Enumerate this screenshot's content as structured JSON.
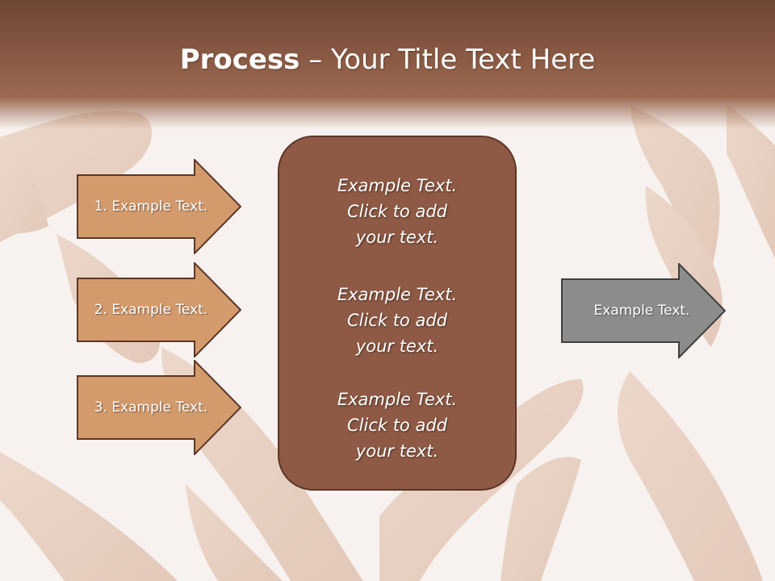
{
  "slide": {
    "title_bold": "Process",
    "title_rest": " – Your Title Text Here"
  },
  "left_arrows": [
    {
      "label": "1. Example Text."
    },
    {
      "label": "2. Example Text."
    },
    {
      "label": "3. Example Text."
    }
  ],
  "center_box": {
    "blocks": [
      {
        "line1": "Example Text.",
        "line2": "Click  to add",
        "line3": "your text."
      },
      {
        "line1": "Example Text.",
        "line2": "Click  to add",
        "line3": "your text."
      },
      {
        "line1": "Example Text.",
        "line2": "Click  to add",
        "line3": "your text."
      }
    ]
  },
  "right_arrow": {
    "label": "Example Text."
  },
  "colors": {
    "title_band": "#8a5a44",
    "arrow_fill": "#d39a6c",
    "arrow_stroke": "#5c3626",
    "center_fill": "#8e5a45",
    "right_arrow_fill": "#8c8c8c",
    "right_arrow_stroke": "#3f3f3f"
  },
  "background": {
    "image": "hands-photo"
  }
}
